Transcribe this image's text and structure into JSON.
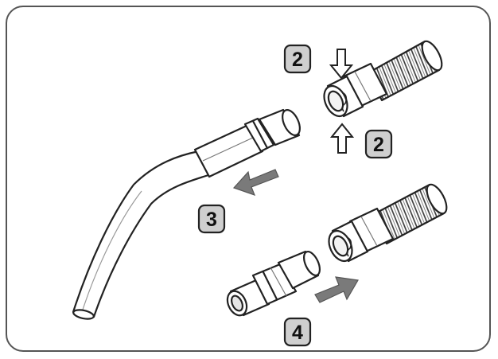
{
  "illustration": {
    "step_labels": [
      {
        "id": "step-2-top",
        "text": "2"
      },
      {
        "id": "step-2-bottom",
        "text": "2"
      },
      {
        "id": "step-3",
        "text": "3"
      },
      {
        "id": "step-4",
        "text": "4"
      }
    ],
    "colors": {
      "outline": "#222222",
      "badge_fill": "#cfcfcf",
      "arrow_fill": "#7a7a7a",
      "frame": "#555555"
    }
  }
}
